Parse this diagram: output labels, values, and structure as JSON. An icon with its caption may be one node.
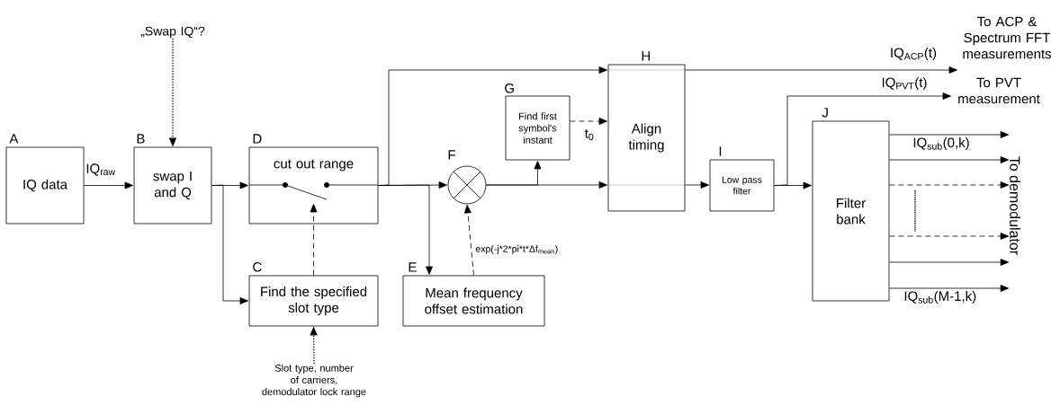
{
  "diagram": {
    "nodes": [
      {
        "text": [
          "IQ data"
        ],
        "beside": [
          "A"
        ]
      },
      {
        "text": [
          "swap I and Q"
        ],
        "beside": [
          "B"
        ]
      },
      {
        "text": [
          "cut out range"
        ],
        "beside": [
          "D"
        ]
      },
      {
        "text": [
          "Find the specified slot type"
        ],
        "beside": [
          "C"
        ]
      },
      {
        "text": [],
        "shape": "circle",
        "beside": [
          "F"
        ]
      },
      {
        "text": [
          "Mean frequency offset estimation"
        ],
        "beside": [
          "E"
        ]
      },
      {
        "text": [
          "Find first symbol's instant"
        ],
        "beside": [
          "G"
        ]
      },
      {
        "text": [
          "Align timing"
        ],
        "beside": [
          "H"
        ]
      },
      {
        "text": [
          "Low pass filter"
        ],
        "beside": [
          "I"
        ]
      },
      {
        "text": [
          "Filter bank"
        ],
        "beside": [
          "J"
        ]
      },
      {
        "text": [
          "„Swap IQ“?"
        ]
      },
      {
        "text": [
          "Slot type, number of carriers, demodulator lock range"
        ]
      },
      {
        "text": [
          "To ACP & Spectrum FFT measurements"
        ]
      },
      {
        "text": [
          "To PVT measurement"
        ]
      },
      {
        "text": [
          "To demodulator"
        ]
      }
    ],
    "edges": [
      {
        "from": 0,
        "to": 1,
        "arrow": "to",
        "label": "IQ$_{raw}$"
      },
      {
        "from": 10,
        "to": 1,
        "arrow": "to",
        "style": "dashed"
      },
      {
        "from": 1,
        "to": 2,
        "arrow": "to"
      },
      {
        "from": 1,
        "to": 3,
        "arrow": "to"
      },
      {
        "from": 3,
        "to": 2,
        "arrow": "to",
        "style": "dashed"
      },
      {
        "from": 11,
        "to": 3,
        "arrow": "to",
        "style": "dashed"
      },
      {
        "from": 2,
        "to": 7,
        "arrow": "to"
      },
      {
        "from": 2,
        "to": 4,
        "arrow": "to"
      },
      {
        "from": 2,
        "to": 5,
        "arrow": "to"
      },
      {
        "from": 5,
        "to": 4,
        "arrow": "to",
        "style": "dashed",
        "label": "exp(-j*2*pi*t*Δf$_{mean}$)"
      },
      {
        "from": 4,
        "to": 6,
        "arrow": "to"
      },
      {
        "from": 4,
        "to": 7,
        "arrow": "to"
      },
      {
        "from": 6,
        "to": 7,
        "arrow": "to",
        "style": "dashed",
        "label": "t$_{0}$"
      },
      {
        "from": 7,
        "to": 12,
        "arrow": "to",
        "label": "IQ$_{ACP}$(t)"
      },
      {
        "from": 7,
        "to": 8,
        "arrow": "to"
      },
      {
        "from": 8,
        "to": 13,
        "arrow": "to",
        "label": "IQ$_{PVT}$(t)"
      },
      {
        "from": 8,
        "to": 9,
        "arrow": "to"
      },
      {
        "from": 9,
        "to": 14,
        "arrow": "to",
        "label": "IQ$_{sub}$(0,k)"
      },
      {
        "from": 9,
        "to": 14,
        "arrow": "to"
      },
      {
        "from": 9,
        "to": 14,
        "arrow": "to",
        "style": "dashed"
      },
      {
        "from": 9,
        "to": 14,
        "arrow": "to",
        "style": "dashed"
      },
      {
        "from": 9,
        "to": 14,
        "arrow": "to"
      },
      {
        "from": 9,
        "to": 14,
        "arrow": "to",
        "label": "IQ$_{sub}$(M-1,k)"
      }
    ]
  }
}
